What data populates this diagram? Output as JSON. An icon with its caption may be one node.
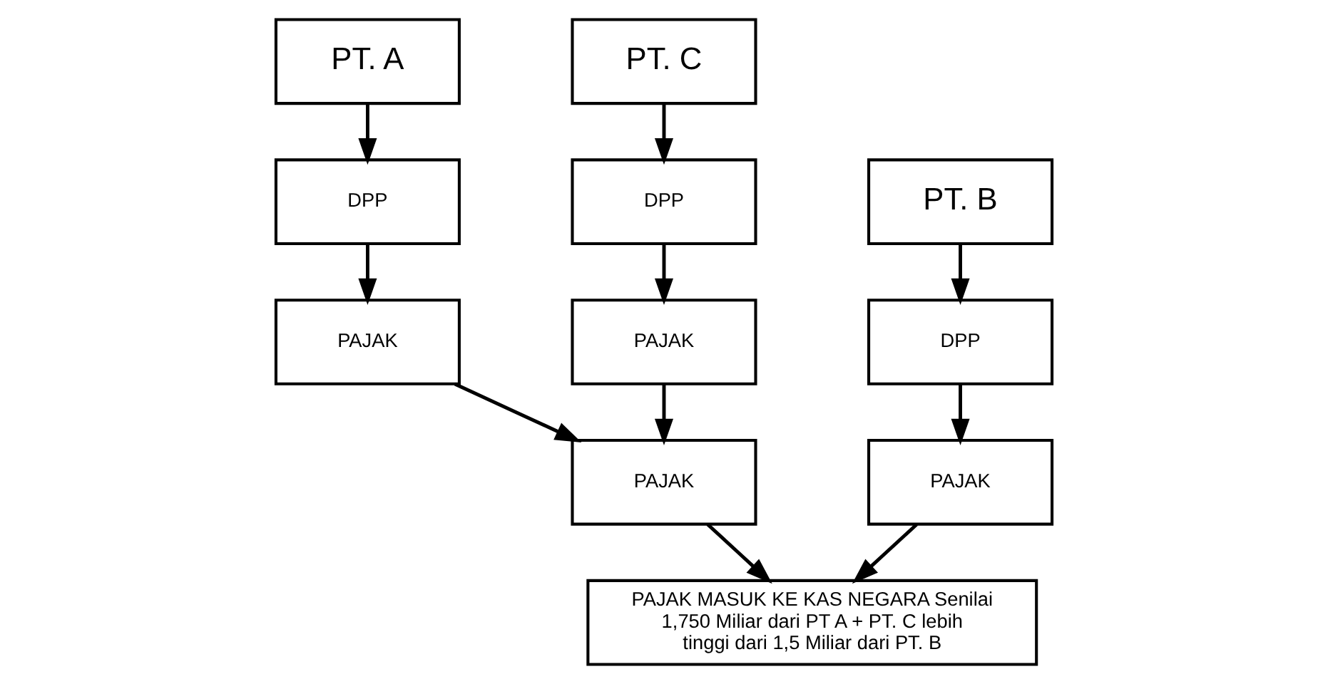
{
  "diagram": {
    "nodes": [
      {
        "text": [
          "PT. A"
        ]
      },
      {
        "text": [
          "PT. C"
        ]
      },
      {
        "text": [
          "PT. B"
        ]
      },
      {
        "text": [
          "DPP"
        ]
      },
      {
        "text": [
          "DPP"
        ]
      },
      {
        "text": [
          "DPP"
        ]
      },
      {
        "text": [
          "PAJAK"
        ]
      },
      {
        "text": [
          "PAJAK"
        ]
      },
      {
        "text": [
          "PAJAK"
        ]
      },
      {
        "text": [
          "PAJAK"
        ]
      },
      {
        "text": [
          "PAJAK MASUK KE KAS NEGARA Senilai 1,750 Miliar dari PT A + PT. C lebih tinggi dari 1,5 Miliar dari PT. B"
        ]
      }
    ],
    "edges": [
      {
        "from": 0,
        "to": 3,
        "arrow": "to"
      },
      {
        "from": 1,
        "to": 4,
        "arrow": "to"
      },
      {
        "from": 2,
        "to": 5,
        "arrow": "to"
      },
      {
        "from": 3,
        "to": 6,
        "arrow": "to"
      },
      {
        "from": 4,
        "to": 7,
        "arrow": "to"
      },
      {
        "from": 5,
        "to": 8,
        "arrow": "to"
      },
      {
        "from": 6,
        "to": 9,
        "arrow": "to"
      },
      {
        "from": 7,
        "to": 9,
        "arrow": "to"
      },
      {
        "from": 9,
        "to": 10,
        "arrow": "to"
      },
      {
        "from": 8,
        "to": 10,
        "arrow": "to"
      }
    ]
  }
}
